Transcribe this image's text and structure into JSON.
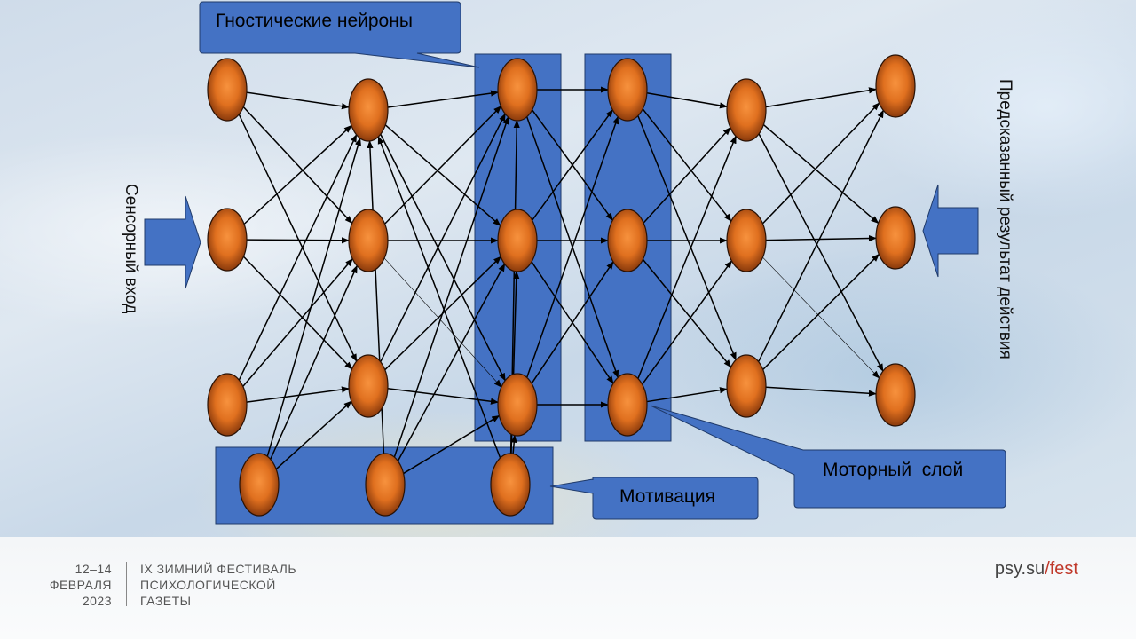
{
  "diagram": {
    "callouts": {
      "gnostic": "Гностические нейроны",
      "motor": "Моторный  слой",
      "motivation": "Мотивация"
    },
    "side_labels": {
      "input": "Сенсорный вход",
      "output": "Предсказанный результат действия"
    },
    "colors": {
      "panel": "#4472c4",
      "panel_border": "#1f3a6a",
      "neuron_center": "#f58a3a",
      "neuron_edge": "#8a3a0c",
      "neuron_outline": "#2a1205"
    }
  },
  "footer": {
    "date_line1": "12–14",
    "date_line2": "ФЕВРАЛЯ",
    "date_line3": "2023",
    "title_line1": "IX ЗИМНИЙ ФЕСТИВАЛЬ",
    "title_line2": "ПСИХОЛОГИЧЕСКОЙ",
    "title_line3": "ГАЗЕТЫ",
    "logo_main": "psy.su",
    "logo_slash": "/",
    "logo_suffix": "fest"
  }
}
